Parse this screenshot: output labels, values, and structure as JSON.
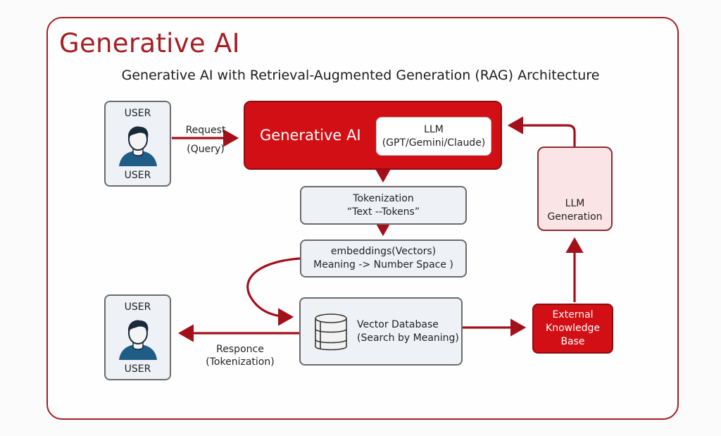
{
  "header": {
    "title": "Generative AI",
    "subtitle": "Generative AI with Retrieval-Augmented Generation (RAG) Architecture"
  },
  "nodes": {
    "user_top": {
      "label_top": "USER",
      "label_bottom": "USER",
      "icon": "user-avatar-icon"
    },
    "generative_ai": {
      "label": "Generative AI"
    },
    "llm": {
      "line1": "LLM",
      "line2": "(GPT/Gemini/Claude)"
    },
    "tokenization": {
      "line1": "Tokenization",
      "line2": "“Text --Tokens”"
    },
    "embeddings": {
      "line1": "embeddings(Vectors)",
      "line2": "Meaning -> Number Space )"
    },
    "vector_db": {
      "line1": "Vector Database",
      "line2": "(Search by Meaning)",
      "icon": "database-icon"
    },
    "user_bottom": {
      "label_top": "USER",
      "label_bottom": "USER",
      "icon": "user-avatar-icon"
    },
    "external_kb": {
      "line1": "External",
      "line2": "Knowledge",
      "line3": "Base"
    },
    "llm_generation": {
      "line1": "LLM",
      "line2": "Generation"
    }
  },
  "edges": {
    "request": {
      "line1": "Request",
      "line2": "(Query)"
    },
    "response": {
      "line1": "Responce",
      "line2": "(Tokenization)"
    }
  },
  "colors": {
    "accent": "#a31f24",
    "primary_red": "#d10f14",
    "pink": "#fbe4e6",
    "gray_box": "#eef2f6",
    "user_blue": "#1f5d86"
  }
}
